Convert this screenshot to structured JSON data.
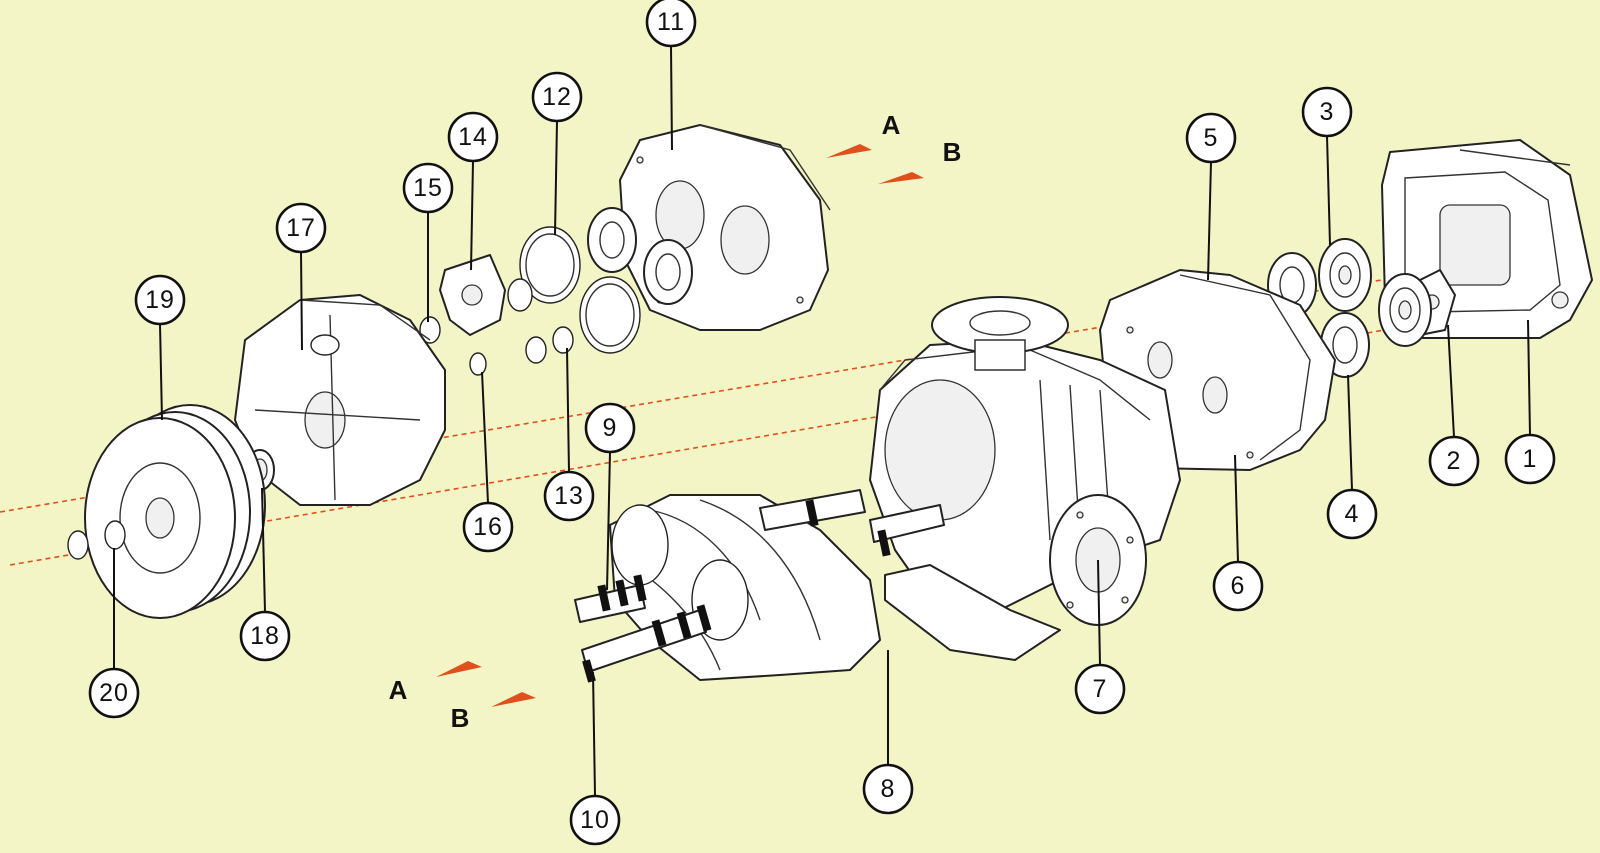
{
  "diagram": {
    "callouts": [
      {
        "label": "1"
      },
      {
        "label": "2"
      },
      {
        "label": "3"
      },
      {
        "label": "4"
      },
      {
        "label": "5"
      },
      {
        "label": "6"
      },
      {
        "label": "7"
      },
      {
        "label": "8"
      },
      {
        "label": "9"
      },
      {
        "label": "10"
      },
      {
        "label": "11"
      },
      {
        "label": "12"
      },
      {
        "label": "13"
      },
      {
        "label": "14"
      },
      {
        "label": "15"
      },
      {
        "label": "16"
      },
      {
        "label": "17"
      },
      {
        "label": "18"
      },
      {
        "label": "19"
      },
      {
        "label": "20"
      }
    ],
    "axes": [
      {
        "label": "A"
      },
      {
        "label": "B"
      }
    ],
    "colors": {
      "background": "#f3f5c6",
      "axis_line": "#e0501c",
      "outline": "#111111"
    }
  }
}
